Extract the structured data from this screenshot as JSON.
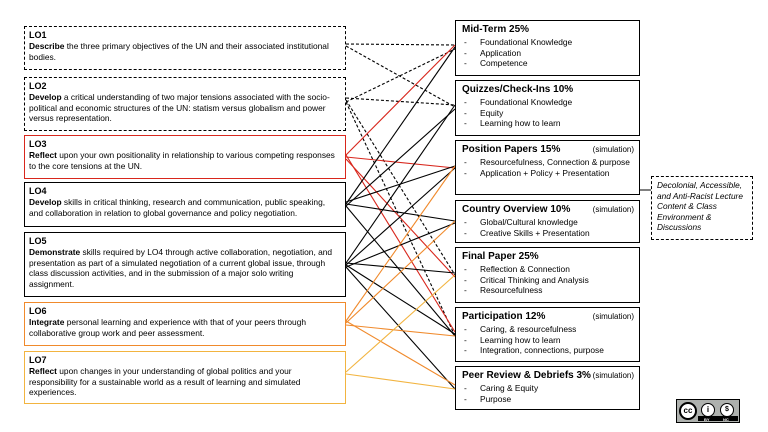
{
  "learning_objectives": [
    {
      "label": "LO1",
      "verb": "Describe",
      "rest": " the three primary objectives of the UN and their associated institutional bodies."
    },
    {
      "label": "LO2",
      "verb": "Develop",
      "rest": " a critical understanding of two major tensions associated with the socio-political and economic structures of the UN: statism versus globalism and power versus representation."
    },
    {
      "label": "LO3",
      "verb": "Reflect",
      "rest": " upon your own positionality in relationship to various competing responses to the core tensions at the UN."
    },
    {
      "label": "LO4",
      "verb": "Develop",
      "rest": " skills in critical thinking, research and communication, public speaking, and collaboration in relation to global governance and policy negotiation."
    },
    {
      "label": "LO5",
      "verb": "Demonstrate",
      "rest": " skills required by LO4 through active collaboration, negotiation, and presentation as part of a simulated negotiation of a current global issue, through class discussion activities, and in the submission of a major solo writing assignment."
    },
    {
      "label": "LO6",
      "verb": "Integrate",
      "rest": " personal learning and experience with that of your peers through collaborative group work and peer assessment."
    },
    {
      "label": "LO7",
      "verb": "Reflect",
      "rest": " upon changes in your understanding of global politics and your responsibility for a sustainable world as a result of learning and simulated experiences."
    }
  ],
  "assessments": [
    {
      "title": "Mid-Term 25%",
      "tag": "",
      "items": [
        "Foundational Knowledge",
        "Application",
        "Competence"
      ]
    },
    {
      "title": "Quizzes/Check-Ins 10%",
      "tag": "",
      "items": [
        "Foundational Knowledge",
        "Equity",
        "Learning how to learn"
      ]
    },
    {
      "title": "Position Papers 15%",
      "tag": "(simulation)",
      "items": [
        "Resourcefulness, Connection & purpose",
        "Application + Policy + Presentation"
      ]
    },
    {
      "title": "Country Overview  10%",
      "tag": "(simulation)",
      "items": [
        "Global/Cultural knowledge",
        "Creative Skills + Presentation"
      ]
    },
    {
      "title": "Final Paper 25%",
      "tag": "",
      "items": [
        "Reflection & Connection",
        "Critical Thinking and Analysis",
        "Resourcefulness"
      ]
    },
    {
      "title": "Participation 12%",
      "tag": "(simulation)",
      "items": [
        "Caring, & resourcefulness",
        "Learning how to learn",
        "Integration, connections, purpose"
      ]
    },
    {
      "title": "Peer Review & Debriefs 3%",
      "tag": "(simulation)",
      "items": [
        "Caring & Equity",
        "Purpose"
      ]
    }
  ],
  "note": "Decolonial, Accessible, and Anti-Racist Lecture Content & Class Environment & Discussions",
  "license": {
    "main": "cc",
    "by": "BY",
    "nc": "NC"
  },
  "colors": {
    "black": "#000000",
    "red": "#d8261c",
    "orange": "#f08a2c",
    "yellow": "#f2b440"
  }
}
